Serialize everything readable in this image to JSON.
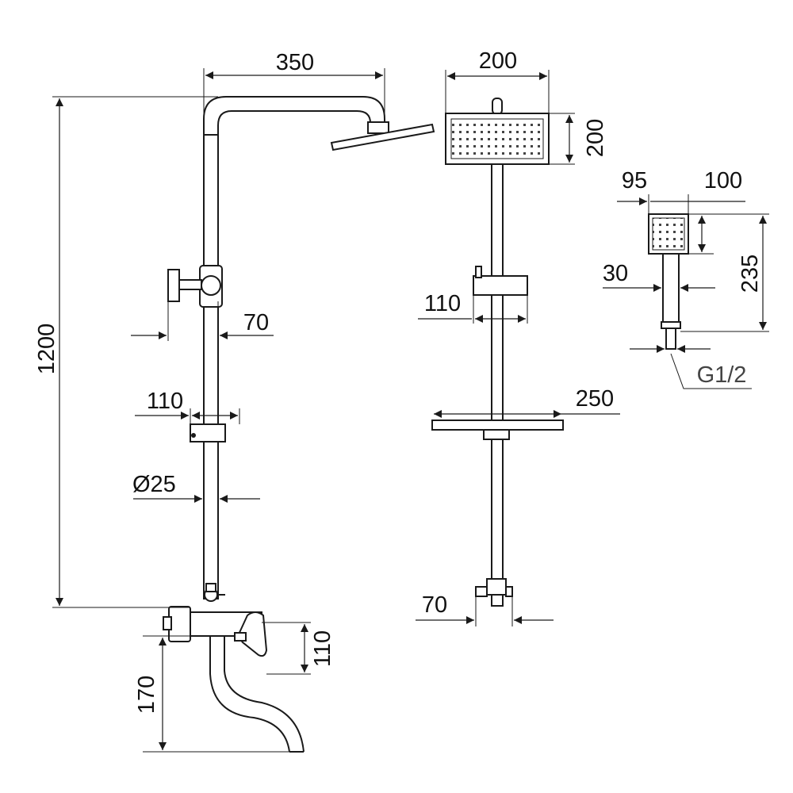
{
  "dimensions": {
    "arm_length": "350",
    "total_height": "1200",
    "knob_reach": "70",
    "slider_width": "110",
    "pipe_diameter": "Ø25",
    "spout_height": "170",
    "mixer_height": "110",
    "head_width": "200",
    "head_height": "200",
    "holder_width": "110",
    "shelf_width": "250",
    "bottom_offset": "70",
    "hand_head_width": "95",
    "hand_head_height": "100",
    "handle_width": "30",
    "hand_length": "235",
    "thread": "G1/2"
  }
}
